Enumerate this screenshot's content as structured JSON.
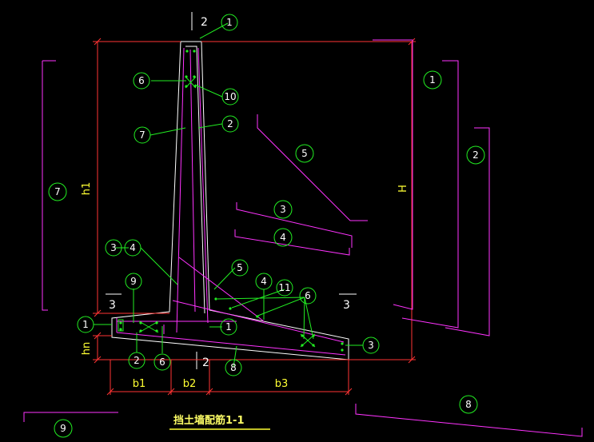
{
  "drawing": {
    "title": "挡土墙配筋1-1",
    "section_marks": {
      "top": "2",
      "bottom": "2",
      "left": "3",
      "right": "3"
    },
    "dimensions": {
      "h1": "h1",
      "H": "H",
      "hn": "hn",
      "b1": "b1",
      "b2": "b2",
      "b3": "b3"
    },
    "callouts": [
      {
        "id": "c1-top",
        "text": "1"
      },
      {
        "id": "c6-top",
        "text": "6"
      },
      {
        "id": "c10",
        "text": "10"
      },
      {
        "id": "c7-stem",
        "text": "7"
      },
      {
        "id": "c2-stem",
        "text": "2"
      },
      {
        "id": "c3-left",
        "text": "3"
      },
      {
        "id": "c4-left",
        "text": "4"
      },
      {
        "id": "c5-heel",
        "text": "5"
      },
      {
        "id": "c9-top",
        "text": "9"
      },
      {
        "id": "c4-heel",
        "text": "4"
      },
      {
        "id": "c11",
        "text": "11"
      },
      {
        "id": "c6-heel",
        "text": "6"
      },
      {
        "id": "c1-left",
        "text": "1"
      },
      {
        "id": "c1-mid",
        "text": "1"
      },
      {
        "id": "c2-bottom",
        "text": "2"
      },
      {
        "id": "c6-bottom",
        "text": "6"
      },
      {
        "id": "c8-bottom",
        "text": "8"
      },
      {
        "id": "c3-right",
        "text": "3"
      }
    ],
    "bar_details": [
      {
        "id": "d7",
        "text": "7"
      },
      {
        "id": "d1",
        "text": "1"
      },
      {
        "id": "d2",
        "text": "2"
      },
      {
        "id": "d5",
        "text": "5"
      },
      {
        "id": "d3",
        "text": "3"
      },
      {
        "id": "d4",
        "text": "4"
      },
      {
        "id": "d8",
        "text": "8"
      },
      {
        "id": "d9",
        "text": "9"
      }
    ]
  }
}
